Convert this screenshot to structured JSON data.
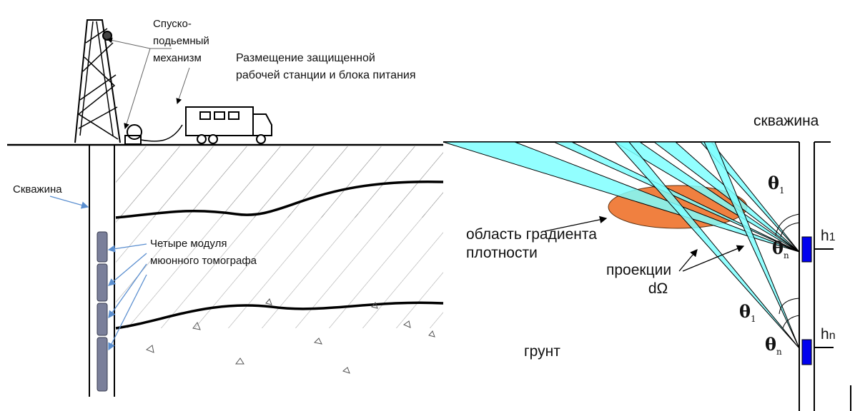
{
  "left_panel": {
    "lifting_mechanism": [
      "Спуско-",
      "подьемный",
      "механизм"
    ],
    "workstation": [
      "Размещение защищенной",
      "рабочей станции и блока питания"
    ],
    "well": "Скважина",
    "modules": [
      "Четыре модуля",
      "мюонного томографа"
    ]
  },
  "right_panel": {
    "well": "скважина",
    "gradient_region": [
      "область градиента",
      "плотности"
    ],
    "projections": [
      "проекции",
      "dΩ"
    ],
    "ground": "грунт",
    "theta_upper": {
      "symbol": "θ",
      "first": "1",
      "last": "n"
    },
    "theta_lower": {
      "symbol": "θ",
      "first": "1",
      "last": "n"
    },
    "h_upper": {
      "symbol": "h",
      "index": "1"
    },
    "h_lower": {
      "symbol": "h",
      "index": "n"
    }
  },
  "colors": {
    "beam": "#7FFFFF",
    "anomaly": "#F08040",
    "detector": "#0000EE",
    "module": "#7A7F9A"
  }
}
